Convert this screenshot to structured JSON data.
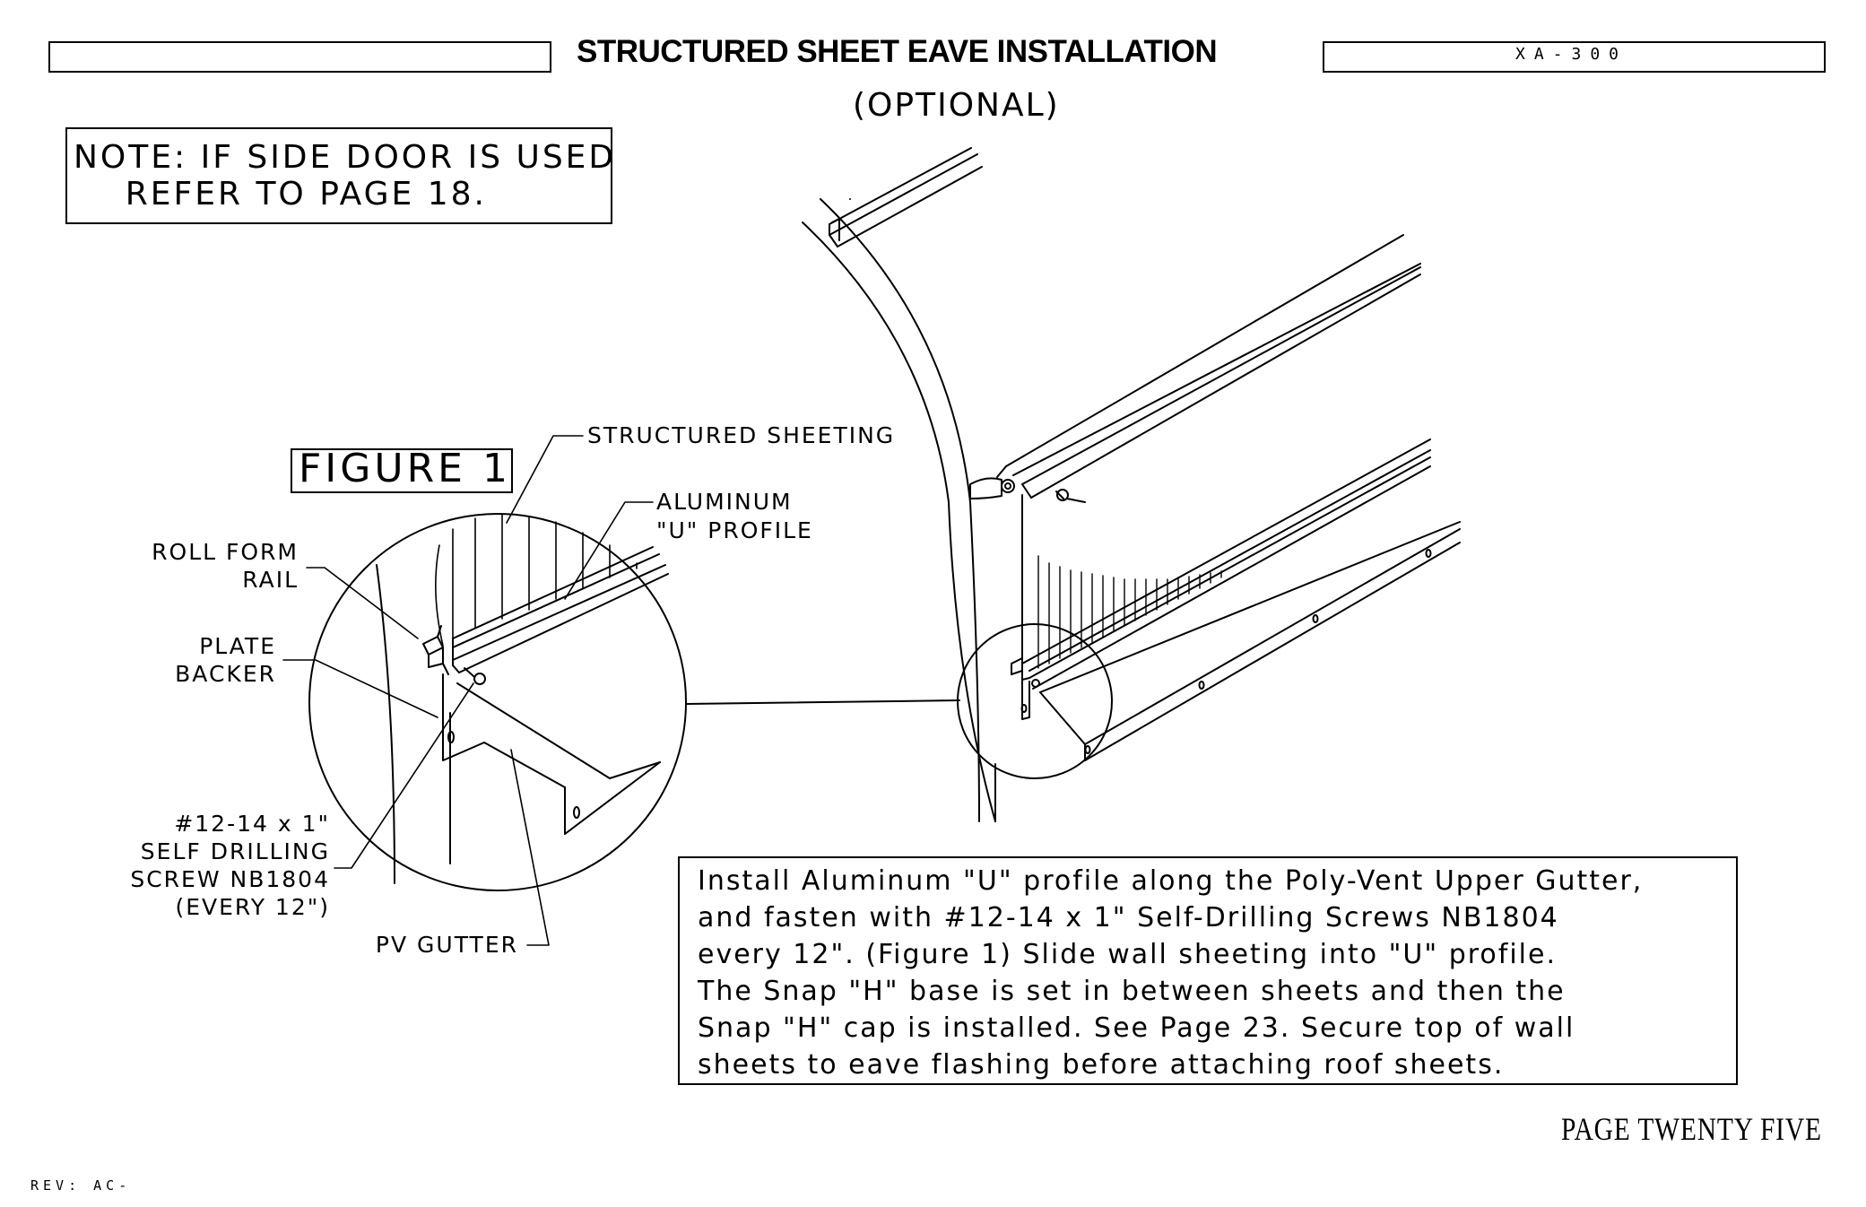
{
  "header": {
    "title": "STRUCTURED SHEET EAVE INSTALLATION",
    "subtitle": "(OPTIONAL)",
    "drawing_code": "XA-300"
  },
  "note": {
    "line1": "NOTE: IF SIDE DOOR IS USED",
    "line2": "    REFER TO PAGE 18."
  },
  "figure": {
    "label": "FIGURE 1"
  },
  "callouts": {
    "structured_sheeting": "STRUCTURED SHEETING",
    "aluminum_line1": "ALUMINUM",
    "aluminum_line2": "\"U\" PROFILE",
    "roll_form_line1": "ROLL FORM",
    "roll_form_line2": "RAIL",
    "plate_line1": "PLATE",
    "plate_line2": "BACKER",
    "screw_line1": "#12-14 x 1\"",
    "screw_line2": "SELF DRILLING",
    "screw_line3": "SCREW NB1804",
    "screw_line4": "(EVERY 12\")",
    "pv_gutter": "PV GUTTER"
  },
  "instructions": {
    "line1": "Install Aluminum \"U\" profile along the Poly-Vent Upper Gutter,",
    "line2": "and fasten with #12-14 x 1\" Self-Drilling Screws NB1804",
    "line3": "every 12\".  (Figure 1) Slide wall sheeting into \"U\" profile.",
    "line4": "The Snap \"H\" base is set in between sheets and then the",
    "line5": "Snap \"H\" cap is installed. See Page 23.  Secure top of wall",
    "line6": "sheets to eave flashing before attaching roof sheets."
  },
  "footer": {
    "page": "PAGE TWENTY FIVE",
    "revision": "REV: AC-"
  }
}
